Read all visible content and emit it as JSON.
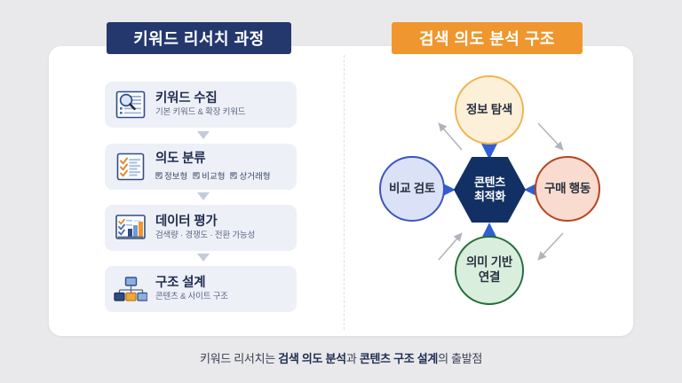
{
  "headers": {
    "left": {
      "label": "키워드 리서치 과정",
      "color": "#24386e"
    },
    "right": {
      "label": "검색 의도 분석 구조",
      "color": "#f0962e"
    }
  },
  "flow": {
    "steps": [
      {
        "icon": "document-search-icon",
        "title": "키워드 수집",
        "sub": "기본 키워드 & 확장 키워드"
      },
      {
        "icon": "checklist-icon",
        "title": "의도 분류",
        "sub": "",
        "tags": [
          "정보형",
          "비교형",
          "상거래형"
        ]
      },
      {
        "icon": "bar-chart-icon",
        "title": "데이터 평가",
        "sub": "검색량 · 경쟁도 · 전환 가능성"
      },
      {
        "icon": "sitemap-icon",
        "title": "구조 설계",
        "sub": "콘텐츠 & 사이트 구조"
      }
    ]
  },
  "diagram": {
    "center": {
      "label": "콘텐츠\n최적화",
      "line1": "콘텐츠",
      "line2": "최적화",
      "color": "#123064"
    },
    "nodes": [
      {
        "position": "top",
        "label": "정보 탐색",
        "fill": "#fdf0d9",
        "border": "#f0b44e"
      },
      {
        "position": "left",
        "label": "비교 검토",
        "fill": "#dbe2f7",
        "border": "#3b55c0"
      },
      {
        "position": "right",
        "label": "구매 행동",
        "fill": "#fadbd0",
        "border": "#b5451f"
      },
      {
        "position": "bottom",
        "line1": "의미 기반",
        "line2": "연결",
        "label": "의미 기반 연결",
        "fill": "#daeede",
        "border": "#256e3a"
      }
    ]
  },
  "footer": {
    "part1": "키워드 리서치는 ",
    "bold1": "검색 의도 분석",
    "part2": "과 ",
    "bold2": "콘텐츠 구조 설계",
    "part3": "의 출발점"
  }
}
